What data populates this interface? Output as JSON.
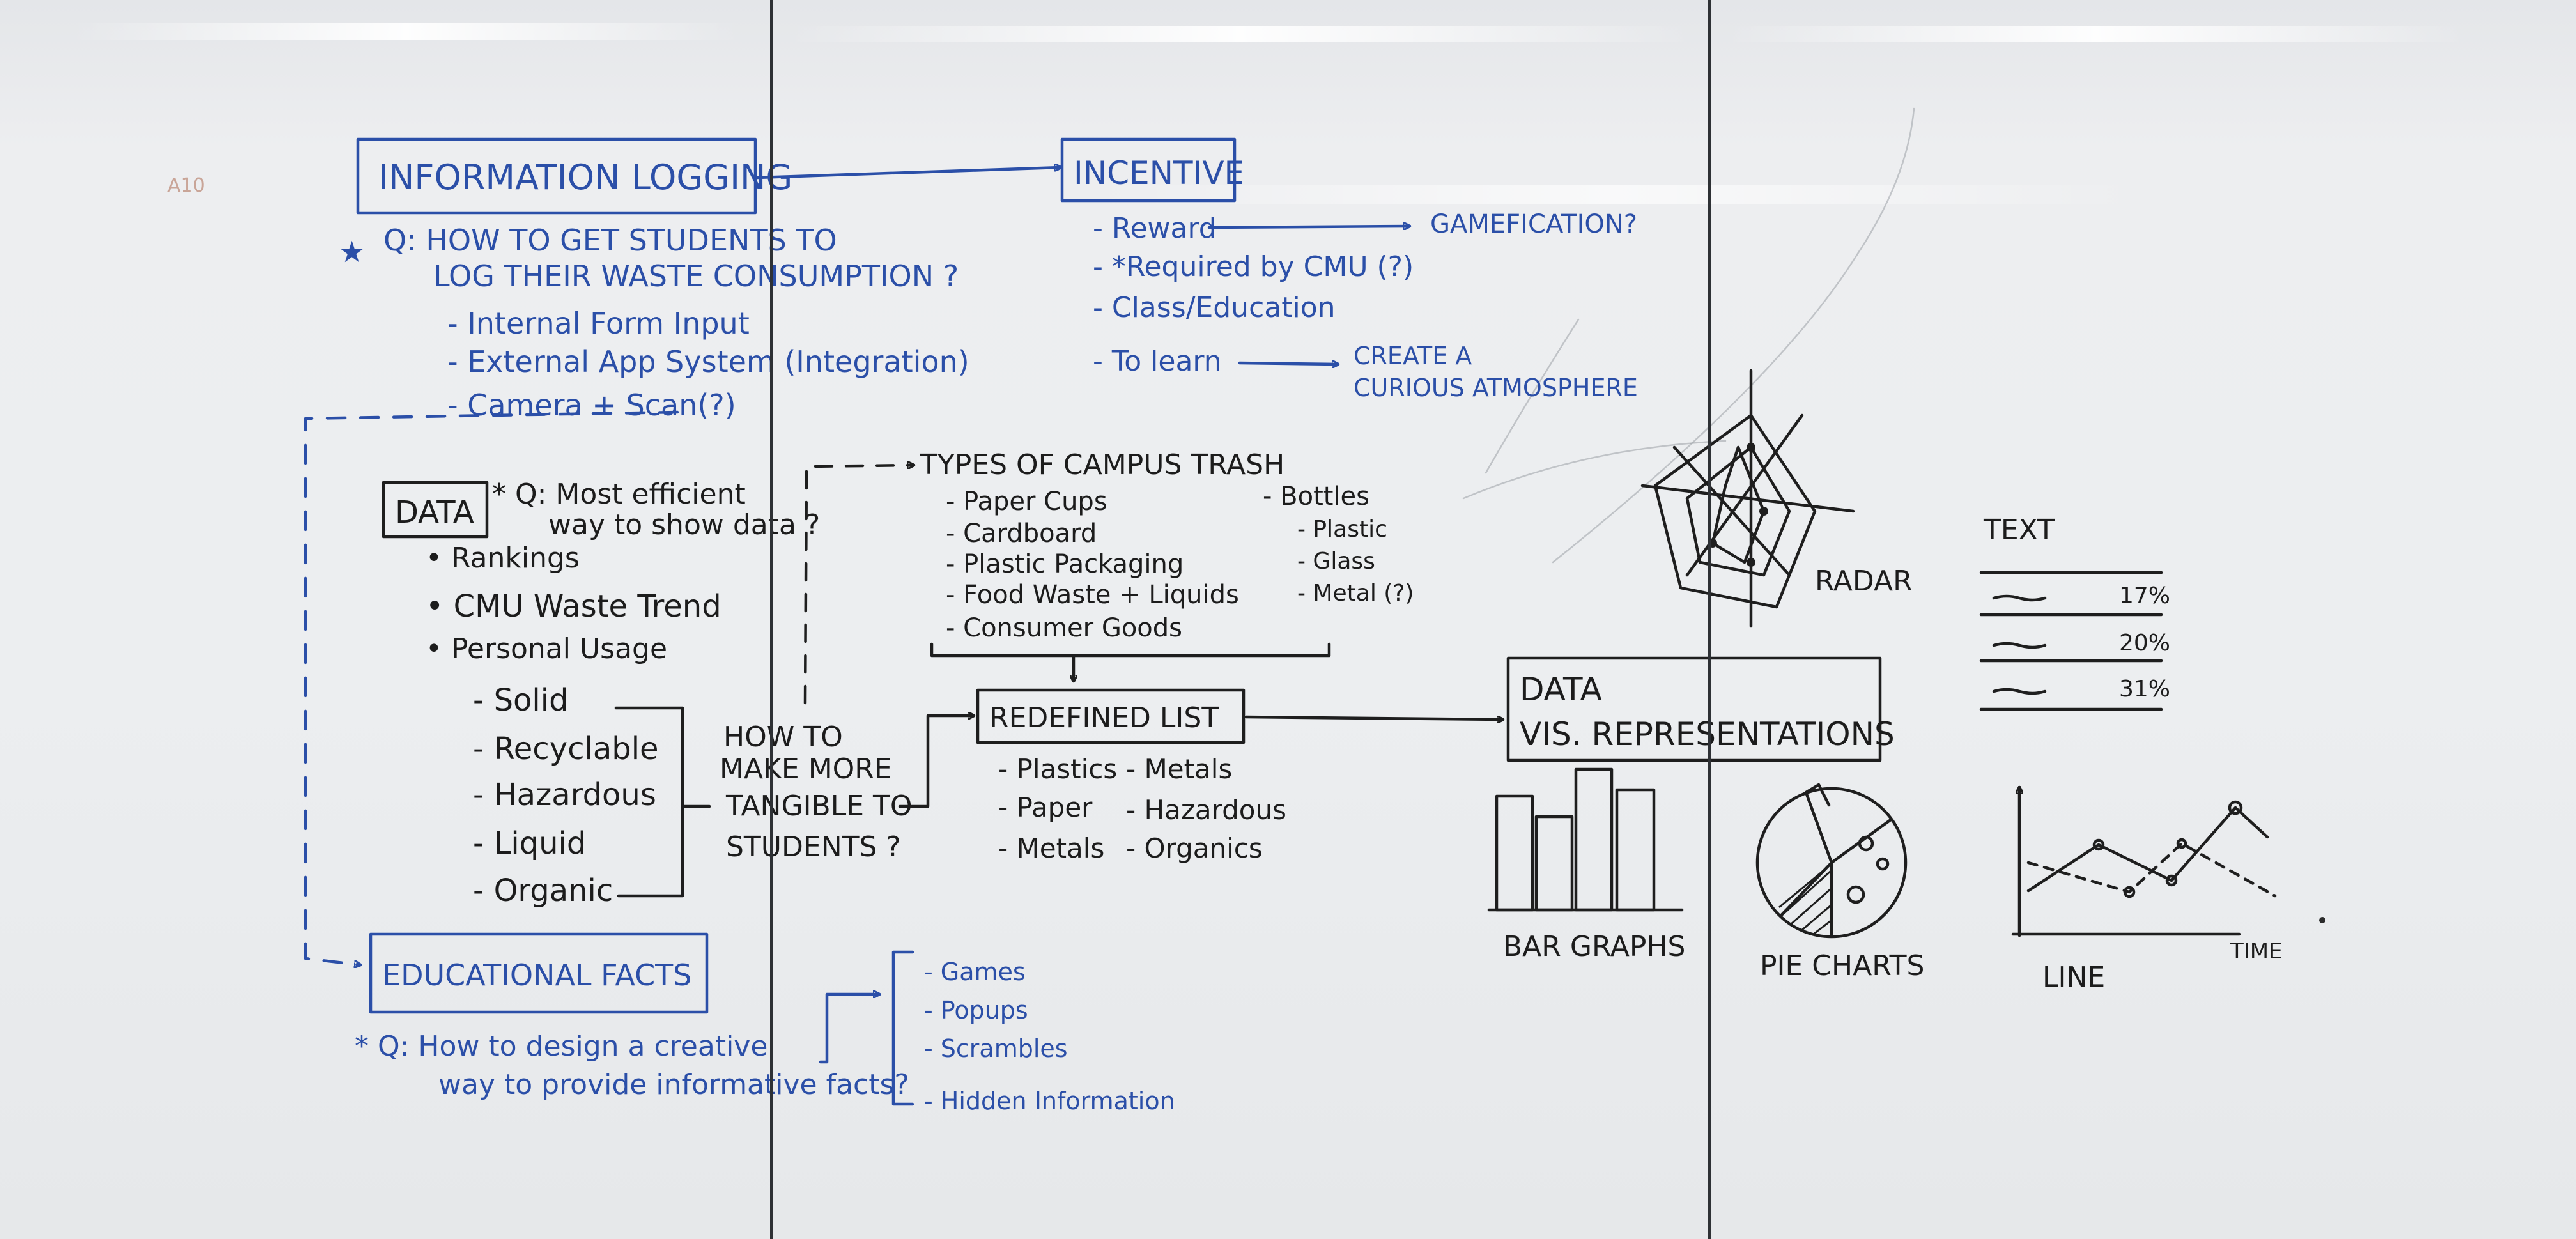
{
  "whiteboard": {
    "corner_note": "A10",
    "information_logging": {
      "title": "INFORMATION LOGGING",
      "question_line1": "Q: HOW TO GET STUDENTS TO",
      "question_line2": "LOG THEIR WASTE CONSUMPTION ?",
      "items": [
        "- Internal Form Input",
        "- External App System (Integration)",
        "- Camera + Scan(?)"
      ]
    },
    "incentive": {
      "title": "INCENTIVE",
      "items": [
        "- Reward",
        "- *Required by CMU (?)",
        "- Class/Education",
        "- To learn"
      ],
      "reward_target": "GAMEFICATION?",
      "learn_target_line1": "CREATE A",
      "learn_target_line2": "CURIOUS ATMOSPHERE"
    },
    "data": {
      "title": "DATA",
      "question_line1": "* Q: Most efficient",
      "question_line2": "way to show data ?",
      "bullets": [
        "• Rankings",
        "• CMU Waste Trend",
        "• Personal Usage"
      ],
      "usage_types": [
        "- Solid",
        "- Recyclable",
        "- Hazardous",
        "- Liquid",
        "- Organic"
      ]
    },
    "tangible_question": [
      "HOW TO",
      "MAKE MORE",
      "TANGIBLE TO",
      "STUDENTS ?"
    ],
    "campus_trash": {
      "title": "TYPES OF CAMPUS TRASH",
      "col1": [
        "- Paper Cups",
        "- Cardboard",
        "- Plastic Packaging",
        "- Food Waste + Liquids",
        "- Consumer Goods"
      ],
      "col2": [
        "- Bottles",
        "- Plastic",
        "- Glass",
        "- Metal (?)"
      ]
    },
    "redefined_list": {
      "title": "REDEFINED LIST",
      "col1": [
        "- Plastics",
        "- Paper",
        "- Metals"
      ],
      "col2": [
        "- Metals",
        "- Hazardous",
        "- Organics"
      ]
    },
    "educational_facts": {
      "title": "EDUCATIONAL FACTS",
      "question_line1": "* Q: How to design a creative",
      "question_line2": "way to provide informative facts?",
      "items": [
        "- Games",
        "- Popups",
        "- Scrambles",
        "- Hidden Information"
      ]
    },
    "data_vis": {
      "title_line1": "DATA",
      "title_line2": "VIS. REPRESENTATIONS"
    },
    "sketches": {
      "radar_label": "RADAR",
      "text_label": "TEXT",
      "text_rows": [
        "17%",
        "20%",
        "31%"
      ],
      "bar_label": "BAR GRAPHS",
      "pie_label": "PIE CHARTS",
      "line_label": "LINE",
      "line_axis_label": "TIME"
    }
  }
}
